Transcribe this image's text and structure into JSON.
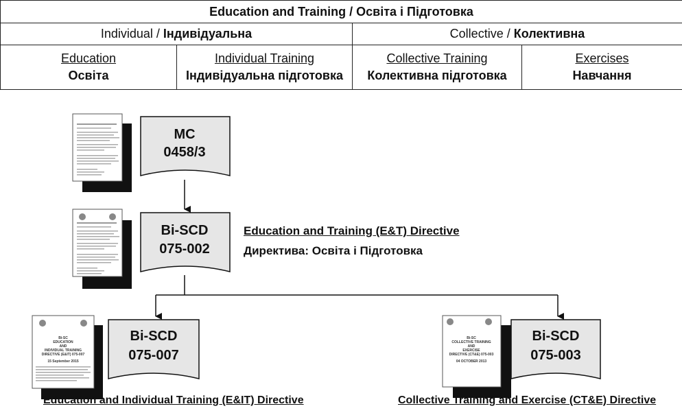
{
  "header": {
    "title": "Education and Training / Освіта і Підготовка",
    "individual": {
      "en": "Individual / ",
      "uk": "Індивідуальна"
    },
    "collective": {
      "en": "Collective / ",
      "uk": "Колективна"
    },
    "columns": [
      {
        "en": "Education",
        "uk": "Освіта"
      },
      {
        "en": "Individual Training",
        "uk": "Індивідуальна підготовка"
      },
      {
        "en": "Collective Training",
        "uk": "Колективна підготовка"
      },
      {
        "en": "Exercises",
        "uk": "Навчання"
      }
    ]
  },
  "documents": {
    "mc": {
      "line1": "MC",
      "line2": "0458/3"
    },
    "edt": {
      "line1": "Bi-SCD",
      "line2": "075-002",
      "title": "Education and Training (E&T) Directive",
      "subtitle": "Директива: Освіта і Підготовка"
    },
    "eit": {
      "line1": "Bi-SCD",
      "line2": "075-007",
      "caption": "Education and Individual Training (E&IT) Directive"
    },
    "cte": {
      "line1": "Bi-SCD",
      "line2": "075-003",
      "caption": "Collective Training and Exercise (CT&E) Directive"
    }
  },
  "thumbnails": {
    "eit_cover": [
      "Bi-SC",
      "EDUCATION",
      "AND",
      "INDIVIDUAL TRAINING",
      "DIRECTIVE (E&IT) 075-007",
      "15 September 2015"
    ],
    "cte_cover": [
      "Bi-SC",
      "COLLECTIVE TRAINING",
      "AND",
      "EXERCISE",
      "DIRECTIVE (CT&E) 075-003",
      "04 OCTOBER 2013"
    ]
  }
}
